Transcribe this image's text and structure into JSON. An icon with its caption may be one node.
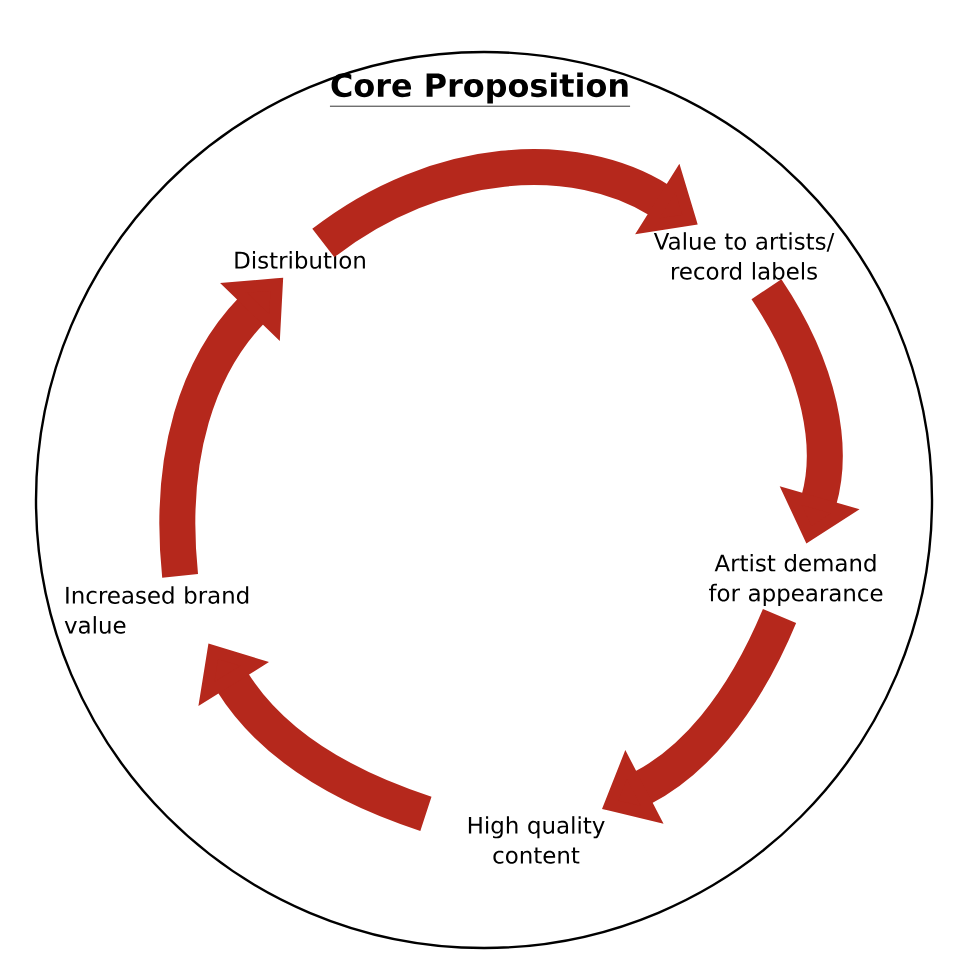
{
  "diagram": {
    "title": "Core Proposition",
    "nodes": [
      {
        "text": [
          "Distribution"
        ]
      },
      {
        "text": [
          "Value to artists/ record labels"
        ]
      },
      {
        "text": [
          "Artist demand for appearance"
        ]
      },
      {
        "text": [
          "High quality content"
        ]
      },
      {
        "text": [
          "Increased brand value"
        ]
      }
    ],
    "edges": [
      {
        "from": 0,
        "to": 1,
        "arrow": "to"
      },
      {
        "from": 1,
        "to": 2,
        "arrow": "to"
      },
      {
        "from": 2,
        "to": 3,
        "arrow": "to"
      },
      {
        "from": 3,
        "to": 4,
        "arrow": "to"
      },
      {
        "from": 4,
        "to": 0,
        "arrow": "to"
      }
    ]
  }
}
